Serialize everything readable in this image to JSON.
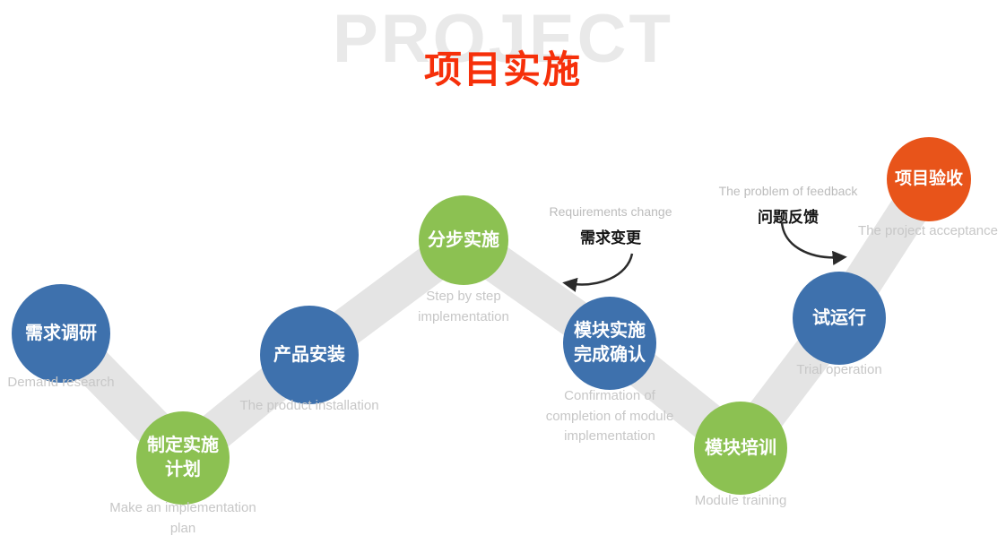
{
  "title": {
    "background_word": "PROJECT",
    "main": "项目实施"
  },
  "steps": [
    {
      "label": "需求调研",
      "caption": "Demand research",
      "color": "blue"
    },
    {
      "label": "制定实施\n计划",
      "caption": "Make an implementation plan",
      "color": "green"
    },
    {
      "label": "产品安装",
      "caption": "The product installation",
      "color": "blue"
    },
    {
      "label": "分步实施",
      "caption": "Step by step implementation",
      "color": "green"
    },
    {
      "label": "模块实施\n完成确认",
      "caption": "Confirmation of completion of module implementation",
      "color": "blue"
    },
    {
      "label": "模块培训",
      "caption": "Module training",
      "color": "green"
    },
    {
      "label": "试运行",
      "caption": "Trial operation",
      "color": "blue"
    },
    {
      "label": "项目验收",
      "caption": "The project acceptance",
      "color": "orange"
    }
  ],
  "annotations": [
    {
      "en": "Requirements change",
      "zh": "需求变更"
    },
    {
      "en": "The problem of feedback",
      "zh": "问题反馈"
    }
  ],
  "colors": {
    "node_blue": "#3e71ad",
    "node_green": "#8cc152",
    "node_orange": "#e8541a",
    "title_red": "#f6300a",
    "ribbon_gray": "#e4e4e4",
    "caption_gray": "#c7c7c7"
  }
}
